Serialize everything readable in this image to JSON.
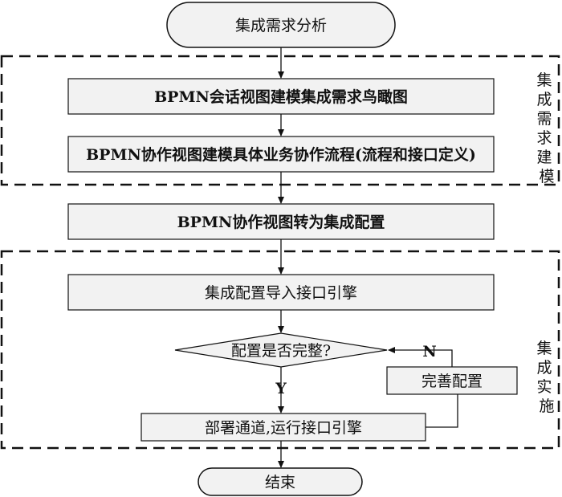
{
  "flowchart": {
    "start": "集成需求分析",
    "group_modeling": {
      "label": "集成需求建模",
      "step1": "BPMN会话视图建模集成需求鸟瞰图",
      "step2": "BPMN协作视图建模具体业务协作流程(流程和接口定义)"
    },
    "convert": "BPMN协作视图转为集成配置",
    "group_impl": {
      "label": "集成实施",
      "import": "集成配置导入接口引擎",
      "decision": "配置是否完整?",
      "yes_label": "Y",
      "no_label": "N",
      "improve": "完善配置",
      "deploy": "部署通道,运行接口引擎"
    },
    "end": "结束"
  },
  "colors": {
    "box_fill": "#f2f2f2",
    "stroke": "#111111"
  }
}
